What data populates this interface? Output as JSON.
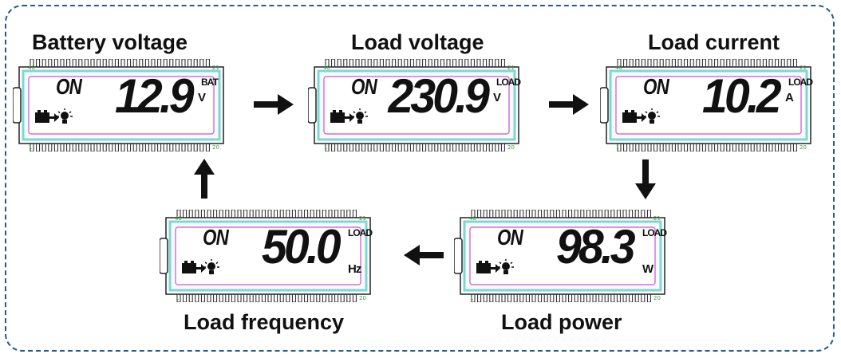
{
  "panels": [
    {
      "title": "Battery voltage",
      "status": "ON",
      "reading": "12.9",
      "indicator": "BAT",
      "unit": "V"
    },
    {
      "title": "Load voltage",
      "status": "ON",
      "reading": "230.9",
      "indicator": "LOAD",
      "unit": "V"
    },
    {
      "title": "Load current",
      "status": "ON",
      "reading": "10.2",
      "indicator": "LOAD",
      "unit": "A"
    },
    {
      "title": "Load power",
      "status": "ON",
      "reading": "98.3",
      "indicator": "LOAD",
      "unit": "W"
    },
    {
      "title": "Load frequency",
      "status": "ON",
      "reading": "50.0",
      "indicator": "LOAD",
      "unit": "Hz"
    }
  ],
  "icons": {
    "battery": "battery-icon",
    "bulb": "light-bulb-icon",
    "arrow": "arrow-icon"
  },
  "colors": {
    "frame": "#1f5f8a",
    "lcd_border": "#7fd6d6",
    "lcd_inner": "#d24fd2"
  }
}
